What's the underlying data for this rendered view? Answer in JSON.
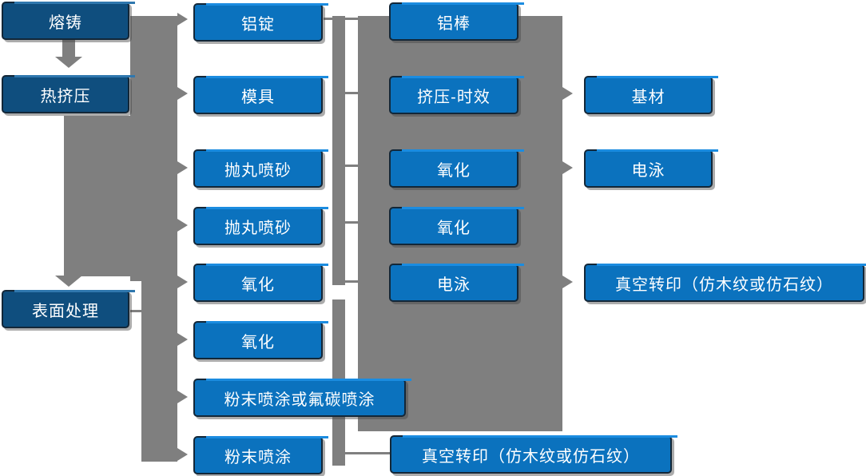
{
  "diagram": {
    "title_hint": "aluminum-profile-process-flow",
    "stages": [
      {
        "label": "熔铸"
      },
      {
        "label": "热挤压"
      },
      {
        "label": "表面处理"
      }
    ],
    "col2": [
      {
        "label": "铝锭"
      },
      {
        "label": "模具"
      },
      {
        "label": "抛丸喷砂"
      },
      {
        "label": "抛丸喷砂"
      },
      {
        "label": "氧化"
      },
      {
        "label": "氧化"
      },
      {
        "label": "粉末喷涂或氟碳喷涂"
      },
      {
        "label": "粉末喷涂"
      }
    ],
    "col3": [
      {
        "label": "铝棒"
      },
      {
        "label": "挤压-时效"
      },
      {
        "label": "氧化"
      },
      {
        "label": "氧化"
      },
      {
        "label": "电泳"
      },
      {
        "label": "真空转印（仿木纹或仿石纹）"
      }
    ],
    "col4": [
      {
        "label": "基材"
      },
      {
        "label": "电泳"
      },
      {
        "label": "真空转印（仿木纹或仿石纹）"
      }
    ]
  },
  "colors": {
    "stage_box": "#0F4E7E",
    "process_box": "#0B72BE",
    "connector_gray": "#7F7F7F",
    "box_border": "#132738",
    "box_highlight": "#1B8CE0",
    "text": "#FFFFFF",
    "background": "#FFFFFF"
  }
}
